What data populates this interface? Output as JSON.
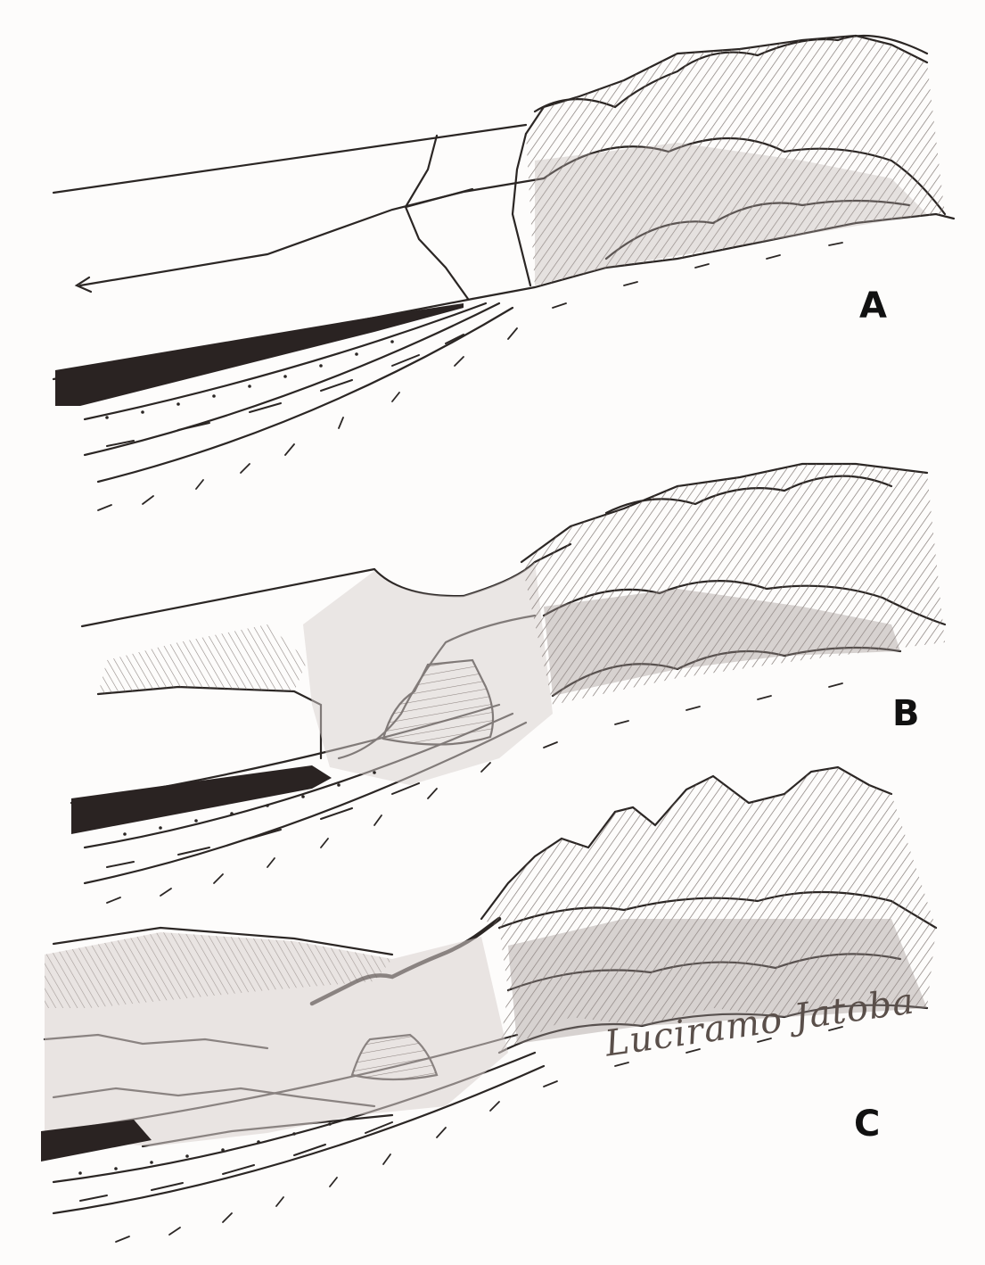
{
  "panels": [
    {
      "id": "A",
      "label": "A"
    },
    {
      "id": "B",
      "label": "B"
    },
    {
      "id": "C",
      "label": "C"
    }
  ],
  "signature": "Luciramo Jatoba",
  "colors": {
    "ink": "#2b2624",
    "shade": "#b8aeab",
    "dark_layer": "#2a2322",
    "paper": "#fdfcfb"
  }
}
